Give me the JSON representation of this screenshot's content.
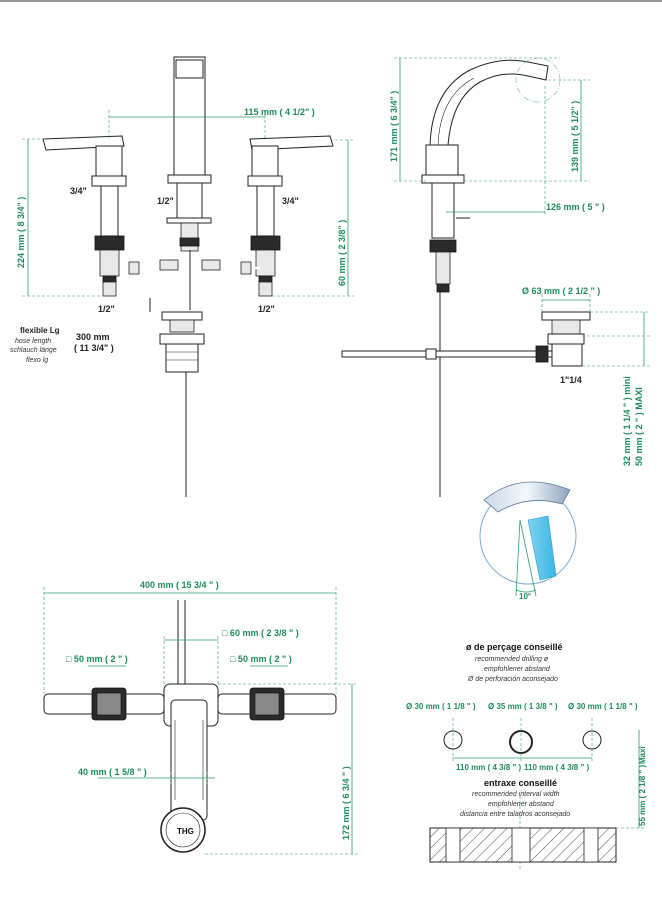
{
  "front_view": {
    "width_top": "115 mm ( 4 1/2\" )",
    "height_total": "224 mm ( 8 3/4\" )",
    "height_body": "60 mm ( 2 3/8\" )",
    "inlet_left": "3/4\"",
    "inlet_center": "1/2\"",
    "inlet_right": "3/4\"",
    "outlet_left": "1/2\"",
    "outlet_right": "1/2\"",
    "hose_title": "flexible Lg",
    "hose_en": "hose length",
    "hose_de": "schlauch länge",
    "hose_es": "flexo lg",
    "hose_value": "300 mm",
    "hose_value_in": "( 11 3/4\" )"
  },
  "side_view": {
    "height_171": "171 mm ( 6 3/4\" )",
    "height_139": "139 mm ( 5 1/2\" )",
    "reach": "126 mm ( 5 \" )",
    "waste_diam": "Ø  63 mm ( 2 1/2 \" )",
    "waste_thread": "1\"1/4",
    "deck_min": "32 mm ( 1 1/4 \" )  mini",
    "deck_max": "50 mm ( 2 \" ) MAXI",
    "angle": "10°"
  },
  "top_view": {
    "width_total": "400 mm ( 15 3/4 \" )",
    "square_center": "□  60 mm ( 2 3/8 \" )",
    "square_left": "□  50 mm ( 2 \" )",
    "square_right": "□  50 mm ( 2 \" )",
    "spout_width": "40 mm ( 1 5/8 \" )",
    "depth": "172 mm ( 6 3/4 \" )",
    "logo": "THG"
  },
  "drilling": {
    "title": "ø de perçage conseillé",
    "en": "recommended drilling ø",
    "de": "empfohlener abstand",
    "es": "Ø de perforación aconsejado",
    "hole_left": "Ø  30 mm ( 1 1/8 \" )",
    "hole_center": "Ø  35 mm ( 1 3/8 \" )",
    "hole_right": "Ø  30 mm ( 1 1/8 \" )",
    "spacing_left": "110 mm ( 4 3/8 \" )",
    "spacing_right": "110 mm ( 4 3/8 \" )",
    "max_label": "Maxi",
    "max_height": "55 mm ( 2 1/8 \" )"
  },
  "interval": {
    "title": "entraxe conseillé",
    "en": "recommended interval width",
    "de": "empfohlener abstand",
    "es": "distancia entre taladros aconsejado"
  }
}
